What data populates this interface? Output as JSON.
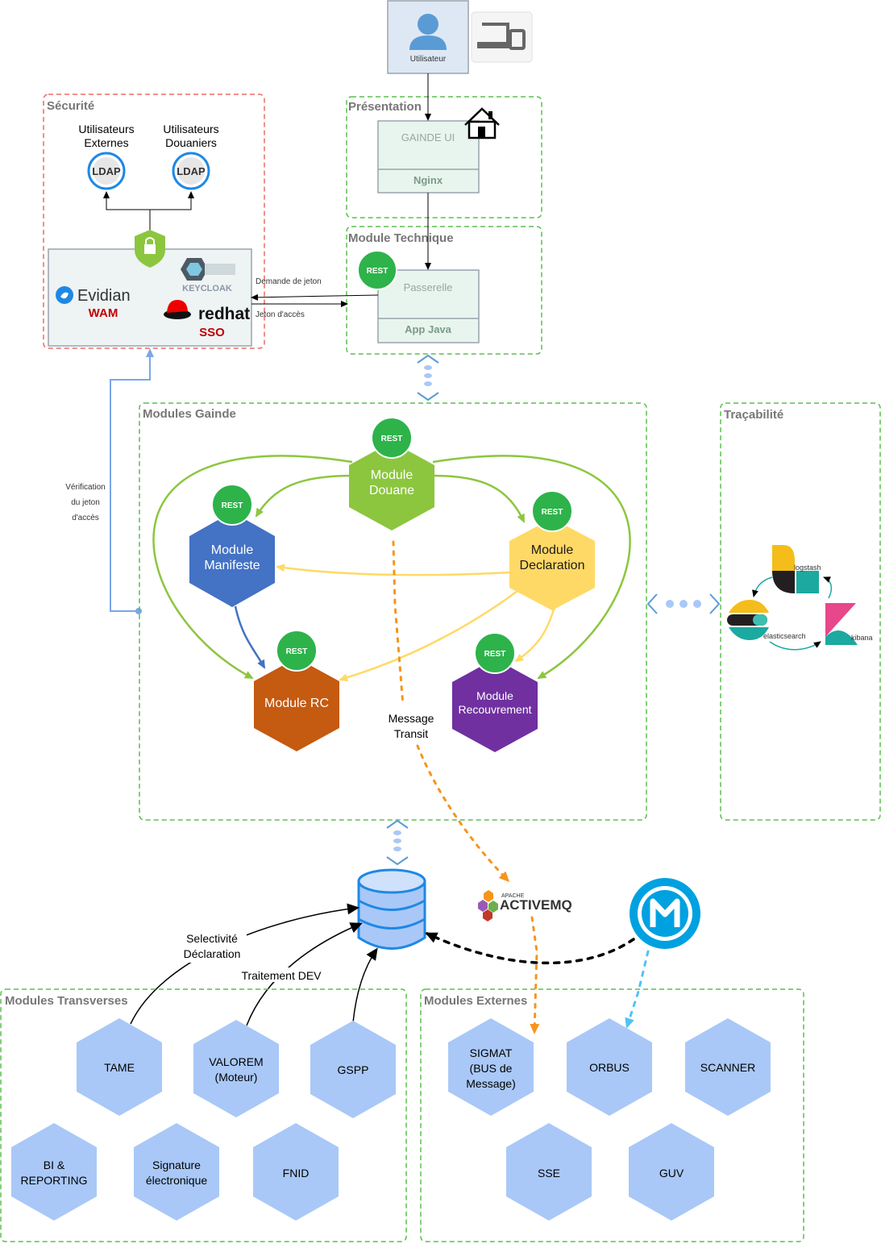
{
  "user": {
    "label": "Utilisateur",
    "icon": "user-icon",
    "device_icon": "laptop-tablet-icon"
  },
  "securite": {
    "title": "Sécurité",
    "ldap_externes": {
      "title_line1": "Utilisateurs",
      "title_line2": "Externes",
      "badge": "LDAP"
    },
    "ldap_douaniers": {
      "title_line1": "Utilisateurs",
      "title_line2": "Douaniers",
      "badge": "LDAP"
    },
    "lock_icon": "shield-lock-icon",
    "evidian": "Evidian",
    "wam": "WAM",
    "keycloak": "KEYCLOAK",
    "redhat": "redhat",
    "sso": "SSO"
  },
  "presentation": {
    "title": "Présentation",
    "ui_label": "GAINDE UI",
    "nginx_label": "Nginx",
    "home_icon": "home-icon"
  },
  "technique": {
    "title": "Module Technique",
    "gateway_label": "Passerelle",
    "app_label": "App Java"
  },
  "edges": {
    "demande_jeton": "Demande de jeton",
    "jeton_acces": "Jeton d'accès",
    "verif_line1": "Vérification",
    "verif_line2": "du jeton",
    "verif_line3": "d'accès",
    "message_line1": "Message",
    "message_line2": "Transit",
    "selectivite_line1": "Selectivité",
    "selectivite_line2": "Déclaration",
    "traitement": "Traitement DEV"
  },
  "gainde": {
    "title": "Modules Gainde",
    "rest_badge": "REST",
    "douane": {
      "line1": "Module",
      "line2": "Douane"
    },
    "manifeste": {
      "line1": "Module",
      "line2": "Manifeste"
    },
    "declaration": {
      "line1": "Module",
      "line2": "Declaration"
    },
    "rc": {
      "line1": "Module RC"
    },
    "recouvrement": {
      "line1": "Module",
      "line2": "Recouvrement"
    }
  },
  "tracabilite": {
    "title": "Traçabilité",
    "logstash": "logstash",
    "elasticsearch": "elasticsearch",
    "kibana": "kibana"
  },
  "database": {
    "icon": "database-icon"
  },
  "activemq": {
    "apache": "APACHE",
    "name": "ACTIVEMQ"
  },
  "mulesoft": {
    "icon": "mulesoft-icon"
  },
  "transverses": {
    "title": "Modules Transverses",
    "tame": "TAME",
    "valorem_line1": "VALOREM",
    "valorem_line2": "(Moteur)",
    "gspp": "GSPP",
    "bi_line1": "BI &",
    "bi_line2": "REPORTING",
    "sig_line1": "Signature",
    "sig_line2": "électronique",
    "fnid": "FNID"
  },
  "externes": {
    "title": "Modules Externes",
    "sigmat_line1": "SIGMAT",
    "sigmat_line2": "(BUS de",
    "sigmat_line3": "Message)",
    "orbus": "ORBUS",
    "scanner": "SCANNER",
    "sse": "SSE",
    "guv": "GUV"
  },
  "colors": {
    "green_border": "#5bbf4f",
    "red_border": "#ea6b66",
    "green": "#8cc63f",
    "blue": "#4472c4",
    "yellow": "#ffd966",
    "orange": "#c55a11",
    "purple": "#7030a0",
    "rest_green": "#2db34a",
    "light_blue_hex": "#a9c8f7",
    "activemq_orange": "#f7941d"
  }
}
